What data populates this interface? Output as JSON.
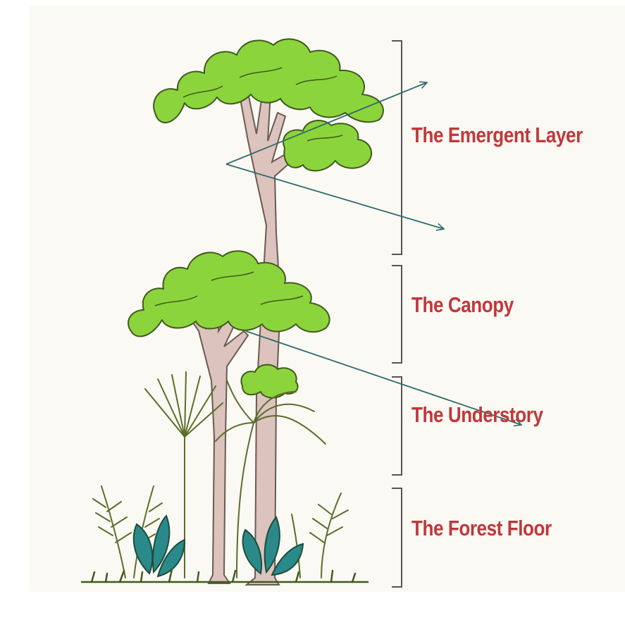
{
  "layers": [
    {
      "id": "emergent",
      "label": "The Emergent Layer"
    },
    {
      "id": "canopy",
      "label": "The Canopy"
    },
    {
      "id": "understory",
      "label": "The Understory"
    },
    {
      "id": "floor",
      "label": "The Forest Floor"
    }
  ],
  "colors": {
    "label_text": "#c0383a",
    "bracket": "#555555",
    "arrow": "#2e6b6b",
    "foliage": "#8cd43c",
    "foliage_outline": "#3f5a1e",
    "trunk": "#dcc3bd",
    "trunk_outline": "#6a5a50",
    "teal_leaf": "#2a8a8a",
    "fern": "#5a6e2a",
    "background": "#fbf9f4"
  },
  "icons": [
    "rainforest-tree-illustration",
    "layer-bracket",
    "annotation-arrow"
  ]
}
